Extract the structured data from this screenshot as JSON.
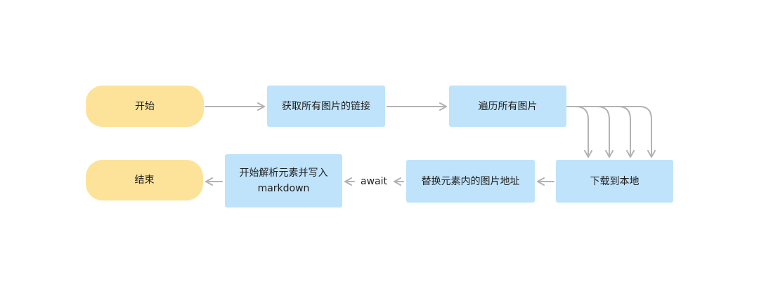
{
  "nodes": {
    "start": "开始",
    "get_links": "获取所有图片的链接",
    "iterate": "遍历所有图片",
    "download": "下载到本地",
    "replace": "替换元素内的图片地址",
    "parse_line1": "开始解析元素并写入",
    "parse_line2": "markdown",
    "end": "结束"
  },
  "edges": {
    "await_label": "await"
  },
  "colors": {
    "terminal": "#fde39a",
    "process": "#bfe3fb",
    "connector": "#b3b3b3"
  }
}
